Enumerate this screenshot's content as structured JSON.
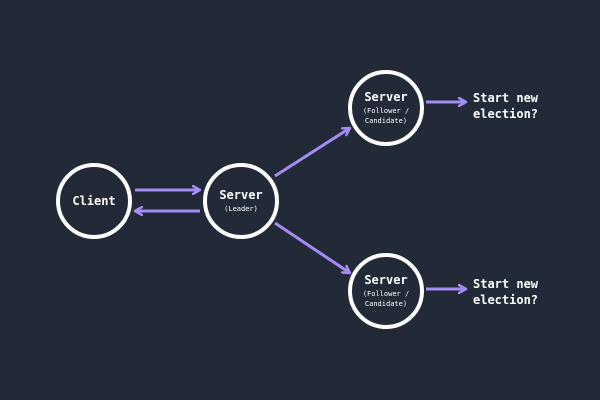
{
  "colors": {
    "background": "#222a38",
    "node_border": "#ffffff",
    "text": "#ffffff",
    "arrow": "#a58cf3"
  },
  "nodes": {
    "client": {
      "title": "Client"
    },
    "leader": {
      "title": "Server",
      "role": "(Leader)"
    },
    "follower_top": {
      "title": "Server",
      "role": "(Follower /\nCandidate)"
    },
    "follower_bottom": {
      "title": "Server",
      "role": "(Follower /\nCandidate)"
    }
  },
  "labels": {
    "top_question": "Start new\nelection?",
    "bottom_question": "Start new\nelection?"
  }
}
